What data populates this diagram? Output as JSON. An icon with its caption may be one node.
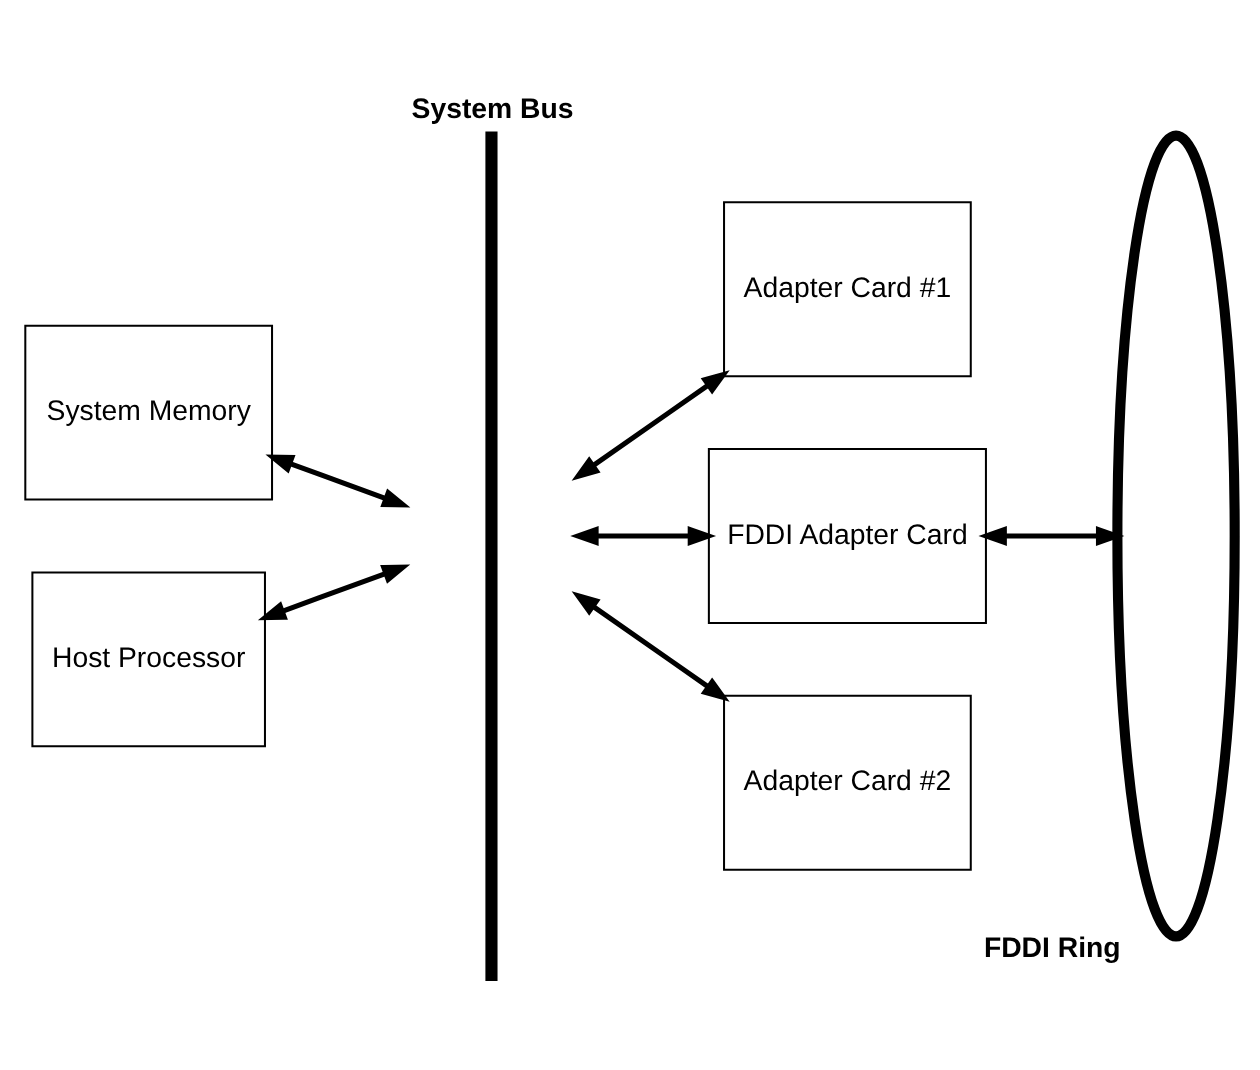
{
  "diagram": {
    "nodes": [
      {
        "text": [
          "System Bus"
        ]
      },
      {
        "text": [
          "FDDI Ring"
        ]
      },
      {
        "text": [
          "System Memory"
        ]
      },
      {
        "text": [
          "Host Processor"
        ]
      },
      {
        "text": [
          "Adapter Card #1"
        ]
      },
      {
        "text": [
          "FDDI Adapter Card"
        ]
      },
      {
        "text": [
          "Adapter Card #2"
        ]
      }
    ],
    "edges": [
      {
        "from": 2,
        "to": 0,
        "arrow": "both"
      },
      {
        "from": 3,
        "to": 0,
        "arrow": "both"
      },
      {
        "from": 0,
        "to": 4,
        "arrow": "both"
      },
      {
        "from": 0,
        "to": 5,
        "arrow": "both"
      },
      {
        "from": 0,
        "to": 6,
        "arrow": "both"
      },
      {
        "from": 5,
        "to": 1,
        "arrow": "both"
      }
    ]
  }
}
